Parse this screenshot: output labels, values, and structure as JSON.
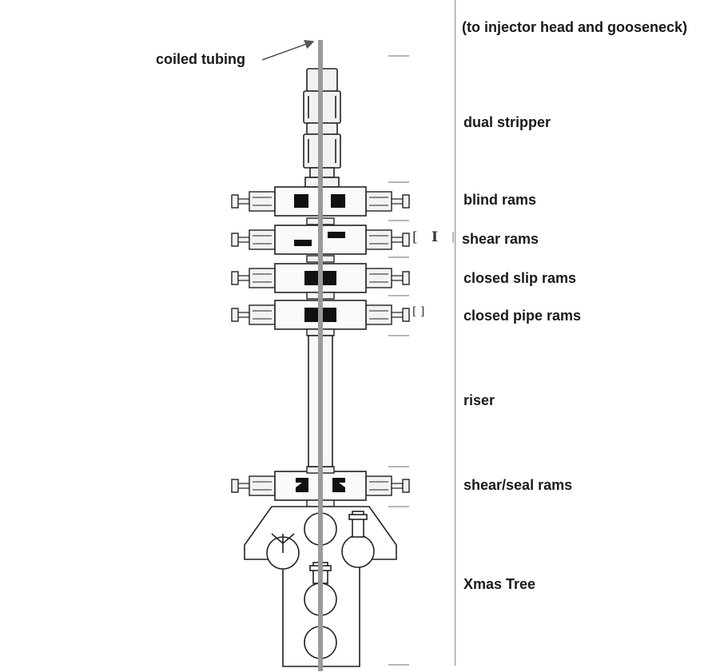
{
  "diagram": {
    "top_note": "(to injector head and gooseneck)",
    "coiled_tubing_label": "coiled tubing",
    "components": [
      {
        "id": "dual-stripper",
        "label": "dual stripper"
      },
      {
        "id": "blind-rams",
        "label": "blind rams"
      },
      {
        "id": "shear-rams",
        "label": "shear rams"
      },
      {
        "id": "closed-slip-rams",
        "label": "closed slip rams"
      },
      {
        "id": "closed-pipe-rams",
        "label": "closed pipe rams"
      },
      {
        "id": "riser",
        "label": "riser"
      },
      {
        "id": "shear-seal-rams",
        "label": "shear/seal rams"
      },
      {
        "id": "xmas-tree",
        "label": "Xmas Tree"
      }
    ],
    "marks": {
      "shear_bracket": "[",
      "shear_bar": "I",
      "pipe_bracket": "[ ]"
    }
  },
  "colors": {
    "line": "#222222",
    "fill": "#f2f2f2",
    "tubing": "#9a9a9a",
    "ram_block": "#111111",
    "tick": "#8a8a8a"
  }
}
